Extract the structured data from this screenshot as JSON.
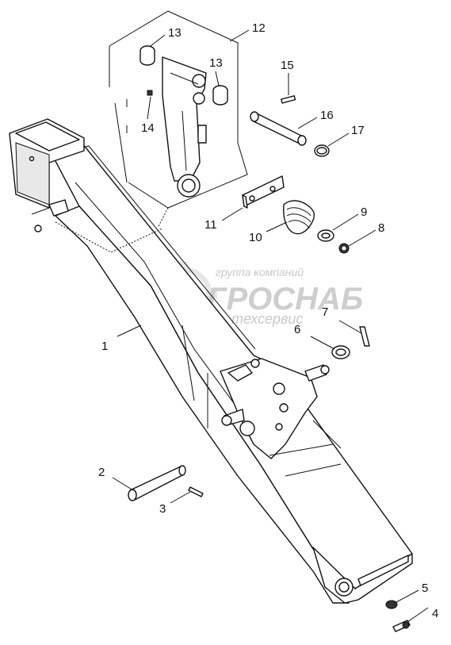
{
  "watermark": {
    "line1": "группа компаний",
    "line2": "АГРОСНАБ",
    "line3": "техсервис"
  },
  "callouts": [
    {
      "id": "1",
      "text": "1"
    },
    {
      "id": "2",
      "text": "2"
    },
    {
      "id": "3",
      "text": "3"
    },
    {
      "id": "4",
      "text": "4"
    },
    {
      "id": "5",
      "text": "5"
    },
    {
      "id": "6",
      "text": "6"
    },
    {
      "id": "7",
      "text": "7"
    },
    {
      "id": "8",
      "text": "8"
    },
    {
      "id": "9",
      "text": "9"
    },
    {
      "id": "10",
      "text": "10"
    },
    {
      "id": "11",
      "text": "11"
    },
    {
      "id": "12",
      "text": "12"
    },
    {
      "id": "13a",
      "text": "13"
    },
    {
      "id": "13b",
      "text": "13"
    },
    {
      "id": "14",
      "text": "14"
    },
    {
      "id": "15",
      "text": "15"
    },
    {
      "id": "16",
      "text": "16"
    },
    {
      "id": "17",
      "text": "17"
    }
  ]
}
